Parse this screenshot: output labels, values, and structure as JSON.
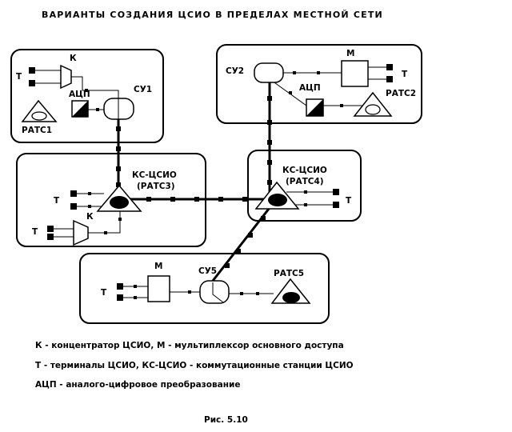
{
  "title": "ВАРИАНТЫ  СОЗДАНИЯ  ЦСИО  В  ПРЕДЕЛАХ  МЕСТНОЙ  СЕТИ",
  "labels": {
    "k1": "К",
    "t1": "Т",
    "adc1": "АЦП",
    "su1": "СУ1",
    "ratc1": "РАТС1",
    "su2": "СУ2",
    "m2": "М",
    "adc2": "АЦП",
    "t2": "Т",
    "ratc2": "РАТС2",
    "ks3_line1": "КС-ЦСИО",
    "ks3_line2": "(РАТС3)",
    "t3a": "Т",
    "t3b": "Т",
    "k3": "К",
    "ks4_line1": "КС-ЦСИО",
    "ks4_line2": "(РАТС4)",
    "t4": "Т",
    "m5": "М",
    "su5": "СУ5",
    "ratc5": "РАТС5",
    "t5": "Т"
  },
  "legend": [
    "К - концентратор ЦСИО,  М - мультиплексор основного доступа",
    "Т - терминалы ЦСИО,  КС-ЦСИО - коммутационные станции ЦСИО",
    "АЦП - аналого-цифровое преобразование"
  ],
  "caption": "Рис. 5.10"
}
